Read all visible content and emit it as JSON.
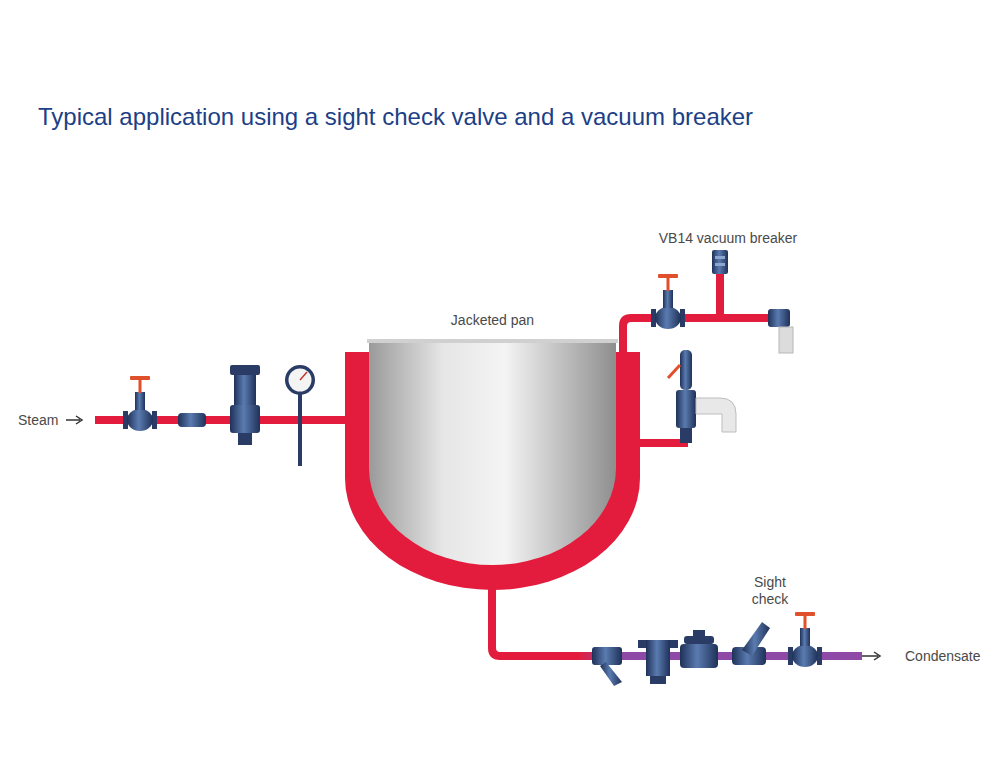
{
  "diagram": {
    "title": "Typical application using a sight check valve and a vacuum breaker",
    "nodes": [
      {
        "text": [
          "Jacketed pan"
        ]
      }
    ],
    "labels": [
      "VB14 vacuum breaker",
      "Steam",
      "Sight check",
      "Condensate"
    ]
  }
}
